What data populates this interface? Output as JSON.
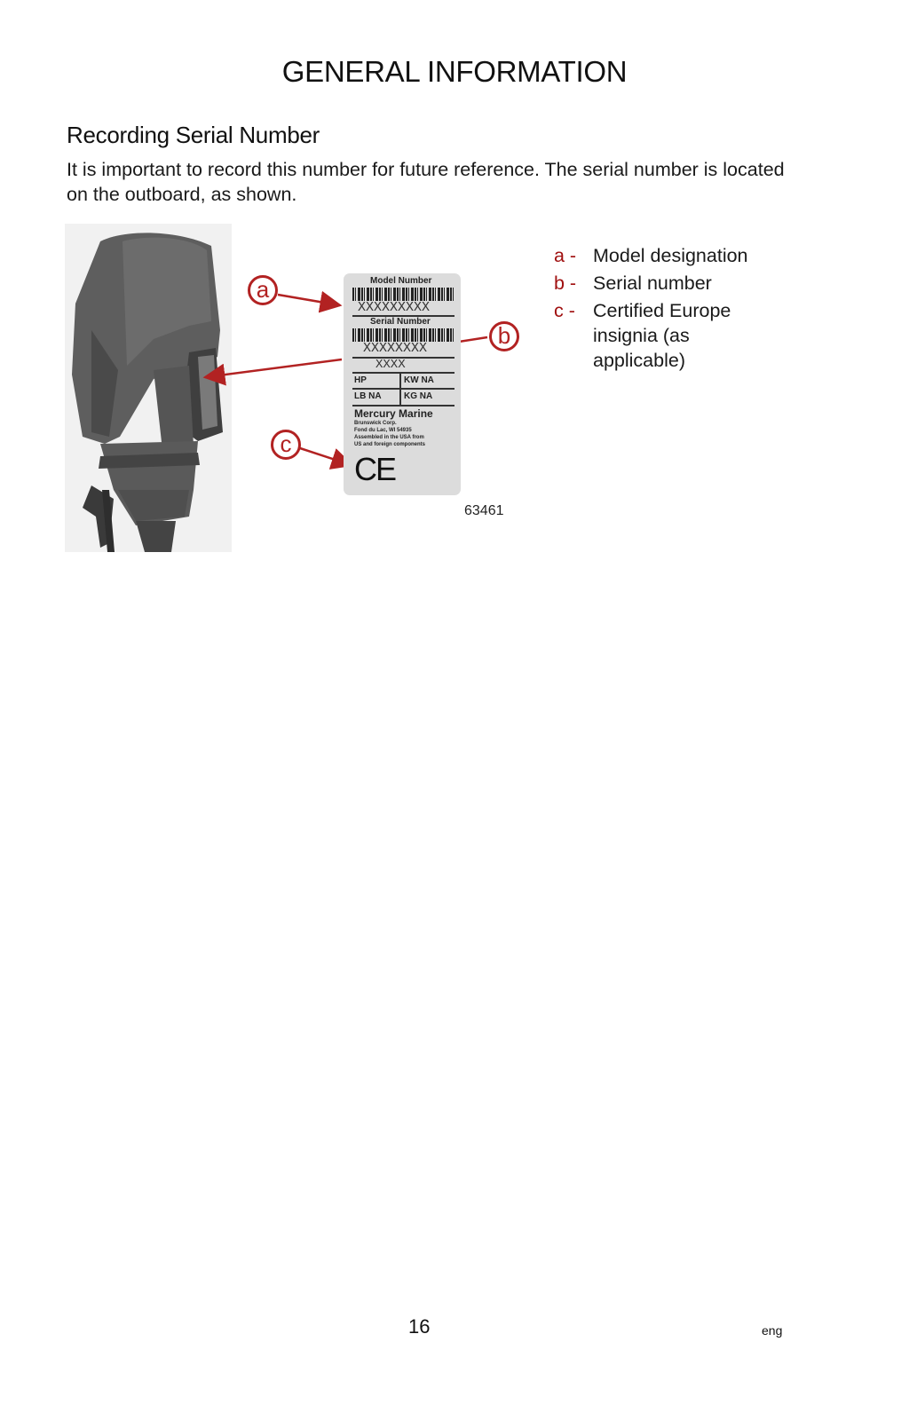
{
  "header": {
    "title": "GENERAL INFORMATION"
  },
  "section": {
    "heading": "Recording Serial Number",
    "body": "It is important to record this number for future reference. The serial number is located on the outboard, as shown."
  },
  "figure": {
    "figure_number": "63461",
    "label_plate": {
      "model_number_caption": "Model Number",
      "model_value": "XXXXXXXXX",
      "serial_number_caption": "Serial Number",
      "serial_value": "XXXXXXXX",
      "year_value": "XXXX",
      "hp": "HP",
      "kw": "KW NA",
      "lb": "LB NA",
      "kg": "KG NA",
      "manufacturer": "Mercury Marine",
      "address_line1": "Brunswick Corp.",
      "address_line2": "Fond du Lac, WI 54935",
      "address_line3": "Assembled in the USA from",
      "address_line4": "US and foreign components",
      "ce_mark": "CE"
    },
    "callouts": [
      "a",
      "b",
      "c"
    ],
    "colors": {
      "callout": "#b22222",
      "legend_key": "#a01010",
      "engine": "#5a5a5a"
    }
  },
  "legend": [
    {
      "key": "a -",
      "text": "Model designation"
    },
    {
      "key": "b -",
      "text": "Serial number"
    },
    {
      "key": "c -",
      "text": "Certified Europe insignia (as applicable)"
    }
  ],
  "footer": {
    "page_number": "16",
    "language": "eng"
  }
}
